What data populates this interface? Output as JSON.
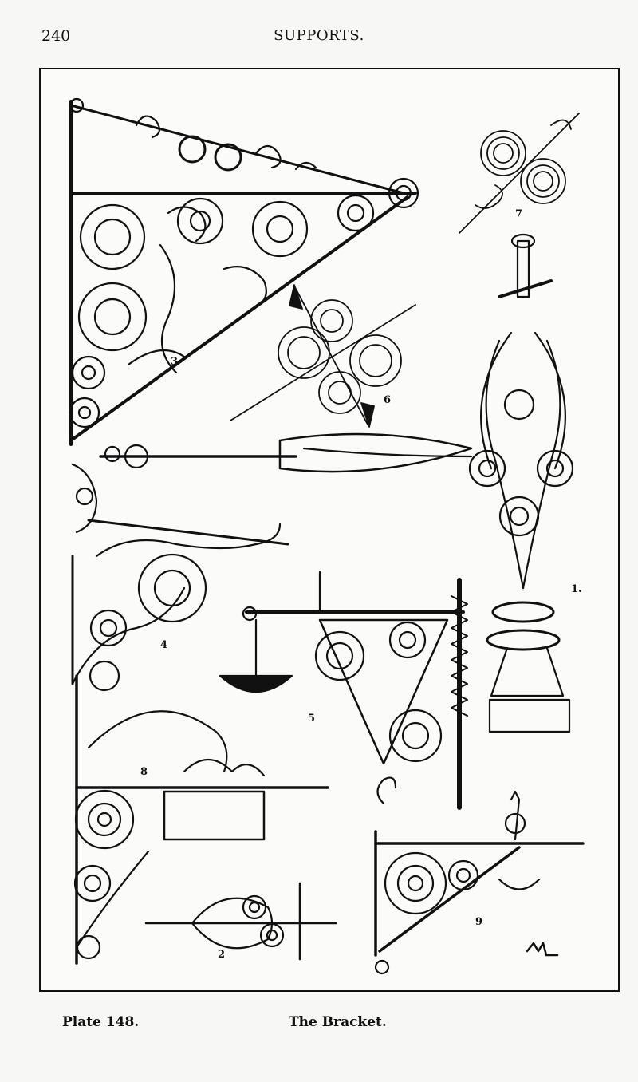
{
  "header": {
    "page_number": "240",
    "running_title": "SUPPORTS."
  },
  "figures": {
    "fig1": "1.",
    "fig2": "2",
    "fig3": "3",
    "fig4": "4",
    "fig5": "5",
    "fig6": "6",
    "fig7": "7",
    "fig8": "8",
    "fig9": "9"
  },
  "caption": {
    "plate_label": "Plate 148.",
    "plate_title": "The Bracket."
  },
  "colors": {
    "ink": "#111111",
    "paper": "#f7f7f5"
  }
}
